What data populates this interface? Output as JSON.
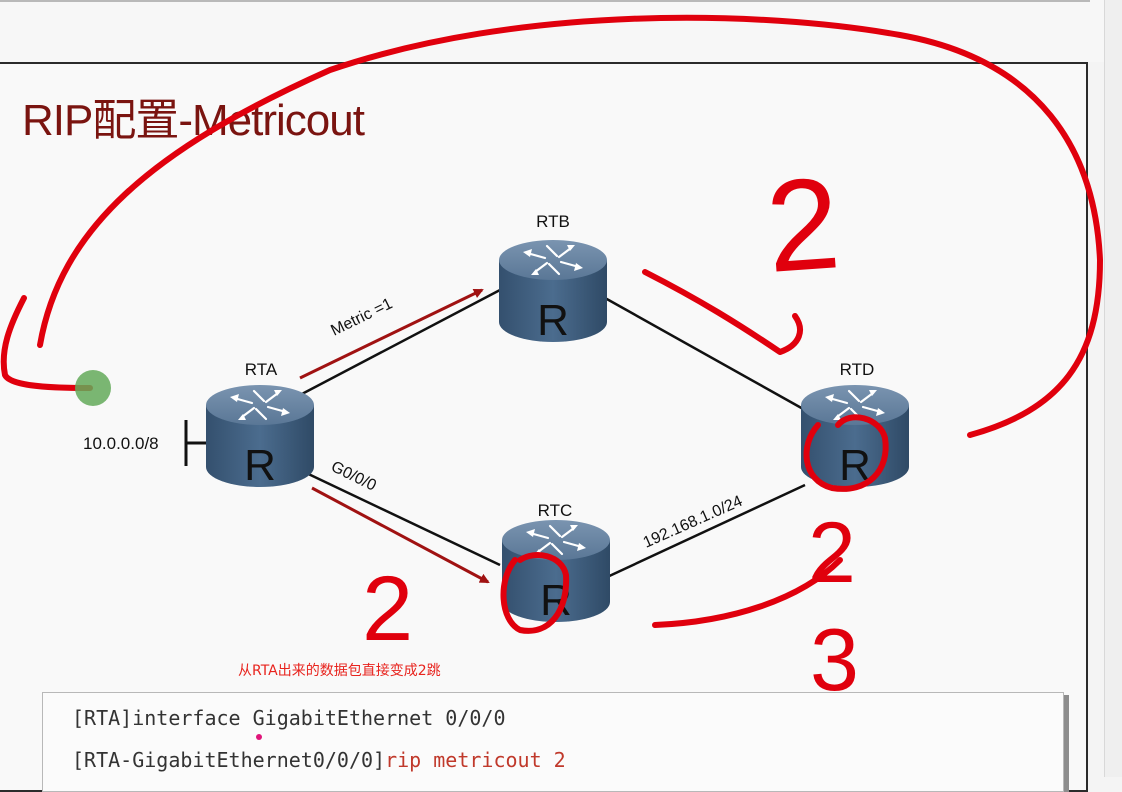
{
  "title": "RIP配置-Metricout",
  "routers": [
    {
      "name": "RTA",
      "glyph": "R"
    },
    {
      "name": "RTB",
      "glyph": "R"
    },
    {
      "name": "RTC",
      "glyph": "R"
    },
    {
      "name": "RTD",
      "glyph": "R"
    }
  ],
  "labels": {
    "network": "10.0.0.0/8",
    "metric": "Metric =1",
    "interface": "G0/0/0",
    "subnet": "192.168.1.0/24"
  },
  "handwritten": {
    "hop_rtb": "2",
    "hop_rtc": "2",
    "hop_rtd_upper": "2",
    "hop_rtd_lower": "3"
  },
  "note": "从RTA出来的数据包直接变成2跳",
  "cli": [
    {
      "prompt": "[RTA]",
      "command": "interface GigabitEthernet 0/0/0"
    },
    {
      "prompt": "[RTA-GigabitEthernet0/0/0]",
      "command": "rip metricout 2"
    }
  ],
  "colors": {
    "title": "#7a1410",
    "router_top": "#5c7896",
    "router_body": "#3f5f80",
    "annotation_red": "#e0000d",
    "arrow": "#a01212",
    "note": "#e8231d"
  }
}
